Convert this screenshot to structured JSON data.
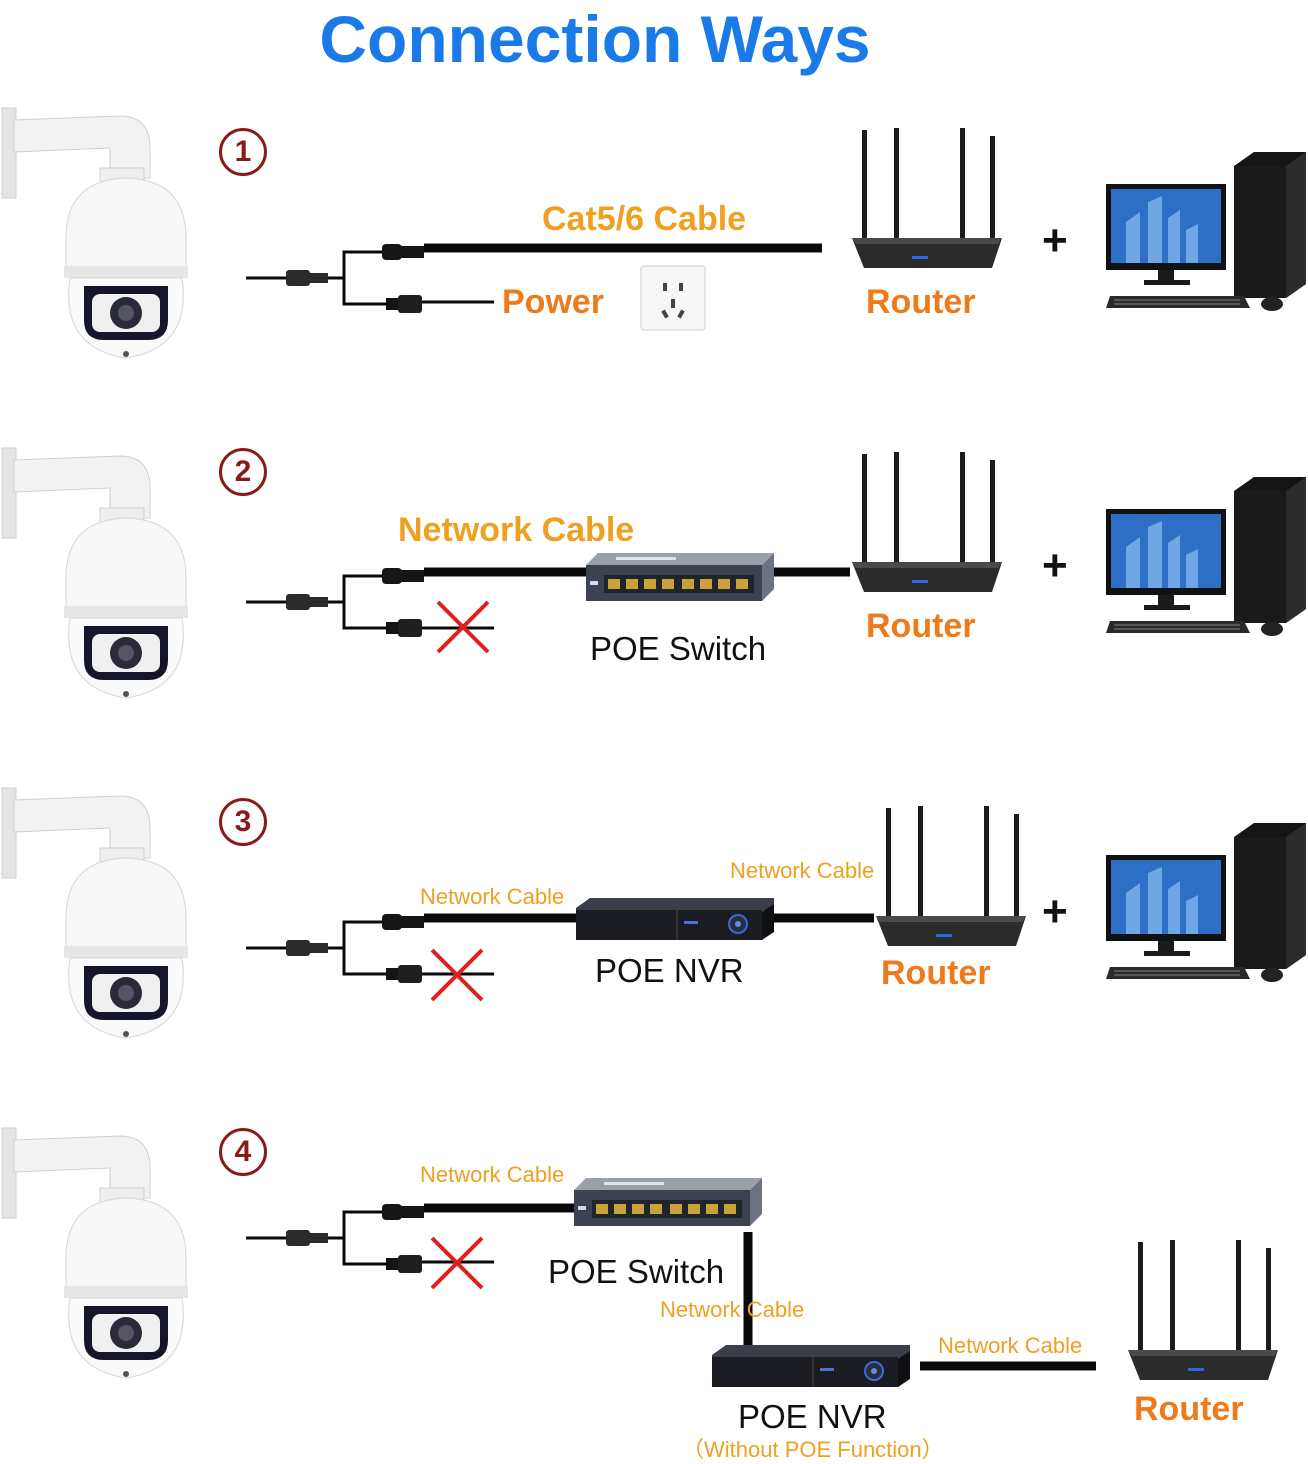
{
  "title": "Connection Ways",
  "colors": {
    "title_blue": "#1a7be8",
    "label_orange": "#f07a1a",
    "label_amber": "#f0a020",
    "number_red": "#8a1a1a",
    "cross_red": "#e02020",
    "cable_black": "#0a0a0a"
  },
  "icons": [
    "ptz-camera-icon",
    "router-icon",
    "desktop-computer-icon",
    "poe-switch-icon",
    "nvr-icon",
    "power-outlet-icon",
    "cross-icon"
  ],
  "sections": [
    {
      "number": "1",
      "cable_label": "Cat5/6 Cable",
      "power_label": "Power",
      "router_label": "Router",
      "plus": "+"
    },
    {
      "number": "2",
      "cable_label": "Network Cable",
      "switch_label": "POE Switch",
      "router_label": "Router",
      "plus": "+"
    },
    {
      "number": "3",
      "cable_label_left": "Network Cable",
      "cable_label_right": "Network Cable",
      "nvr_label": "POE NVR",
      "router_label": "Router",
      "plus": "+"
    },
    {
      "number": "4",
      "cable_label_top": "Network Cable",
      "switch_label": "POE Switch",
      "cable_label_vertical": "Network Cable",
      "cable_label_nvr_router": "Network Cable",
      "nvr_label": "POE NVR",
      "nvr_note": "（Without POE Function）",
      "router_label": "Router"
    }
  ]
}
